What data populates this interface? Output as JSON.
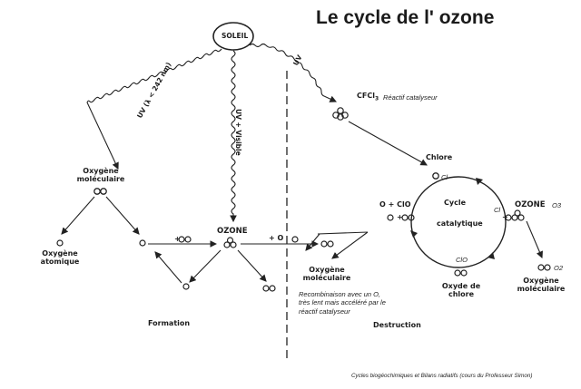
{
  "title": "Le cycle de l' ozone",
  "sun_label": "SOLEIL",
  "uv_left": "UV (λ < 242 nm)",
  "uv_middle": "UV + Visible",
  "uv_right": "UV",
  "cfc": {
    "formula": "CFCl",
    "sub": "3",
    "note": "Réactif catalyseur"
  },
  "formation": {
    "molecular_oxygen": [
      "Oxygène",
      "moléculaire"
    ],
    "atomic_oxygen": [
      "Oxygène",
      "atomique"
    ],
    "plus_o2": "+",
    "ozone": "OZONE",
    "section_label": "Formation"
  },
  "destruction": {
    "plus_o": "+ O",
    "molecular_oxygen": [
      "Oxygène",
      "moléculaire"
    ],
    "recombination_note": [
      "Recombinaison avec un O,",
      "très lent mais accéléré par le",
      "réactif catalyseur"
    ],
    "section_label": "Destruction"
  },
  "catalytic_cycle": {
    "chlorine": "Chlore",
    "cl": "Cl",
    "cl_right": "Cl",
    "ozone": "OZONE",
    "o3": "O3",
    "cycle": "Cycle",
    "catalytic": "catalytique",
    "o_plus_clo": "O + ClO",
    "clo": "ClO",
    "chlorine_oxide": [
      "Oxyde de",
      "chlore"
    ],
    "plus": "+",
    "out_oxygen": [
      "Oxygène",
      "moléculaire"
    ],
    "o2": "O2"
  },
  "footer": "Cycles biogéochimiques et Bilans radiatifs (cours du Professeur Simon)"
}
